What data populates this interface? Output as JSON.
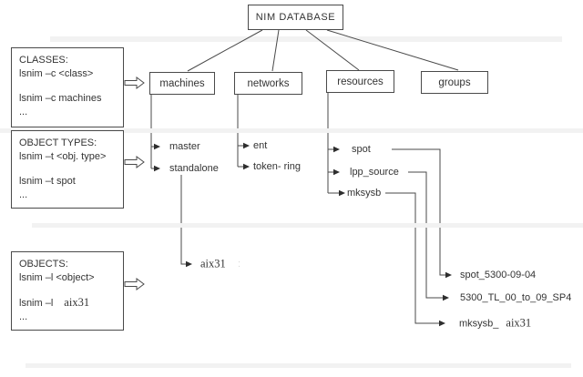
{
  "colors": {
    "line": "#4a4a4a",
    "text": "#333333",
    "band": "#f2f2f2",
    "faint_mark": "#d9d9d9"
  },
  "root": {
    "label": "NIM DATABASE"
  },
  "categories": {
    "machines": "machines",
    "networks": "networks",
    "resources": "resources",
    "groups": "groups"
  },
  "left_panels": {
    "classes": {
      "title": "CLASSES:",
      "syntax": "lsnim –c <class>",
      "example": "lsnim –c machines",
      "more": "..."
    },
    "object_types": {
      "title": "OBJECT TYPES:",
      "syntax": "lsnim –t <obj. type>",
      "example": "lsnim –t spot",
      "more": "..."
    },
    "objects": {
      "title": "OBJECTS:",
      "syntax": "lsnim –l <object>",
      "example_cmd": "lsnim –l",
      "example_arg": "aix31",
      "more": "..."
    }
  },
  "machines_tree": {
    "master": "master",
    "standalone": "standalone",
    "instance": "aix31",
    "instance_mark": ":"
  },
  "networks_tree": {
    "ent": "ent",
    "token_ring": "token- ring"
  },
  "resources_tree": {
    "spot": "spot",
    "lpp_source": "lpp_source",
    "mksysb": "mksysb",
    "spot_instance": "spot_5300-09-04",
    "lpp_instance": "5300_TL_00_to_09_SP4",
    "mksysb_instance_prefix": "mksysb_",
    "mksysb_instance_arg": "aix31"
  }
}
